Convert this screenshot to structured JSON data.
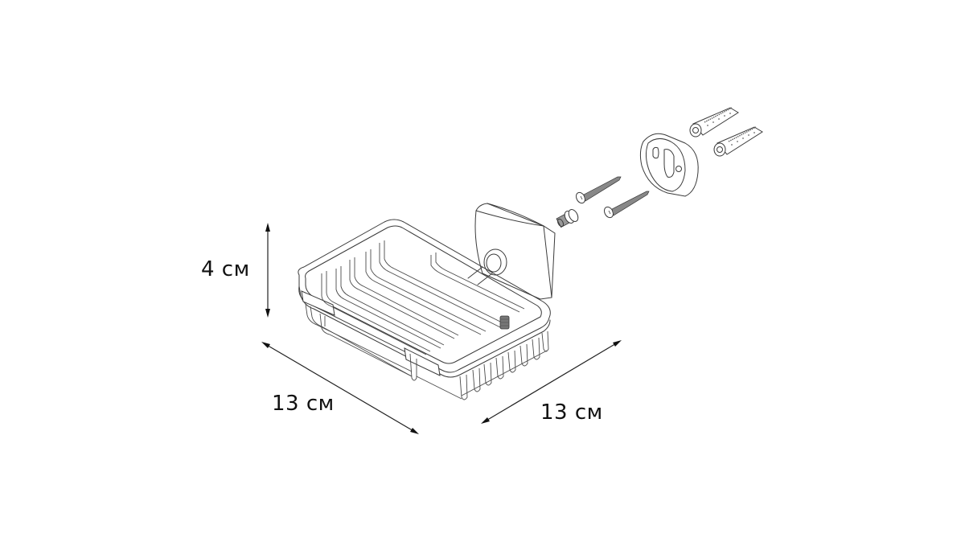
{
  "diagram": {
    "type": "product-dimension-drawing",
    "subject": "wall-mounted wire soap dish with exploded mounting hardware",
    "background_color": "#ffffff",
    "line_color": "#3a3a3a",
    "dimensions": {
      "height": {
        "label": "4 см",
        "value": 4,
        "unit": "см",
        "orientation": "vertical"
      },
      "depth": {
        "label": "13 см",
        "value": 13,
        "unit": "см",
        "orientation": "diagonal-left"
      },
      "width": {
        "label": "13 см",
        "value": 13,
        "unit": "см",
        "orientation": "diagonal-right"
      }
    },
    "parts": [
      {
        "id": "soap-basket",
        "name": "wire soap basket"
      },
      {
        "id": "wall-holder",
        "name": "square wall holder block"
      },
      {
        "id": "set-screw",
        "name": "set screw with washers"
      },
      {
        "id": "wood-screws",
        "name": "two countersunk screws"
      },
      {
        "id": "mount-plate",
        "name": "oval mounting plate"
      },
      {
        "id": "wall-plugs",
        "name": "two wall dowels"
      }
    ]
  }
}
